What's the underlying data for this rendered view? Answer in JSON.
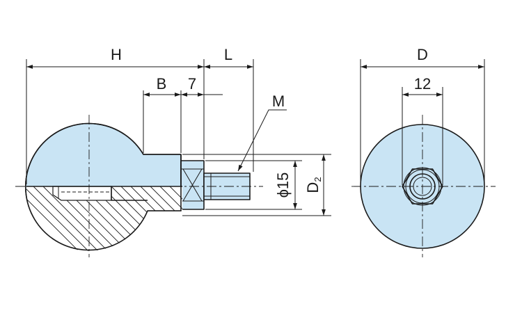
{
  "colors": {
    "part_fill": "#c9e4f4",
    "line": "#1a1a1a",
    "background": "#ffffff"
  },
  "side_view": {
    "dim_H": "H",
    "dim_L": "L",
    "dim_B": "B",
    "dim_7": "7",
    "label_M": "M",
    "dim_phi15": "ϕ15",
    "dim_D2": "D",
    "dim_D2_sub": "2"
  },
  "end_view": {
    "dim_D": "D",
    "dim_12": "12"
  }
}
